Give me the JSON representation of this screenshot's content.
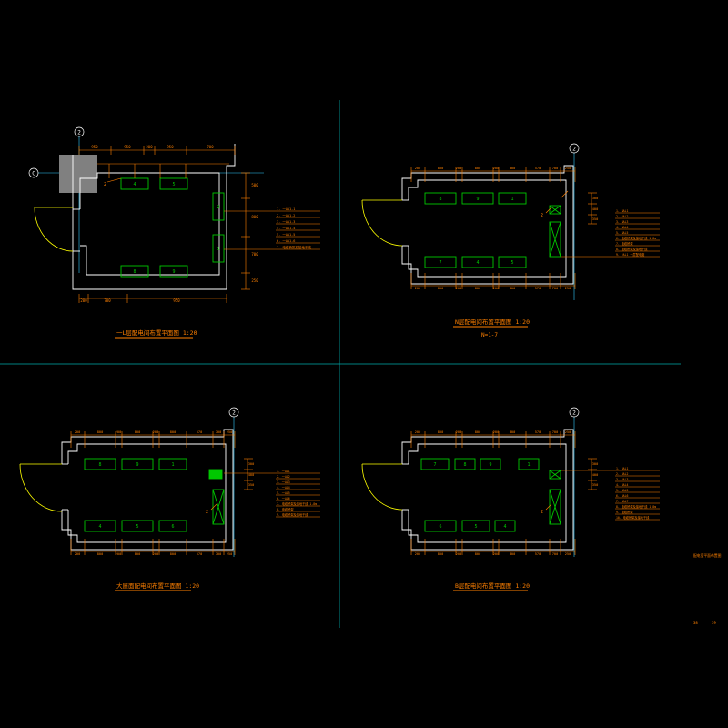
{
  "colors": {
    "background": "#000000",
    "wall": "#ffffff",
    "dimension": "#ff8000",
    "cabinet": "#00c800",
    "door_arc": "#ffff00",
    "axis_line": "#33ccff",
    "divider": "#00cccc",
    "title_text": "#ff8000",
    "column_fill": "#808080"
  },
  "axis_labels": {
    "column": "2",
    "row": "C"
  },
  "sheet_note": "配电室平面布置图",
  "page_numbers": [
    "38",
    "39"
  ],
  "plans": [
    {
      "id": "plan-1",
      "title": "一L层配电间布置平面图 1:20",
      "subtitle": "",
      "top_dims": [
        "950",
        "950",
        "200",
        "950",
        "700"
      ],
      "bottom_dims": [
        "200",
        "700",
        "950"
      ],
      "right_dims": [
        "500",
        "800",
        "700",
        "250"
      ],
      "cabinet_labels": [
        "4",
        "5",
        "8",
        "9",
        "2",
        "1"
      ],
      "pointer_label": "2",
      "legend": [
        "1. 一AA1-1",
        "2. 一AA1-2",
        "3. 一AA1-3",
        "4. 一AA1-4",
        "5. 一AA1-5",
        "6. 一AA1-6",
        "7. 电缆桥架及接地干线"
      ]
    },
    {
      "id": "plan-2",
      "title": "N层配电间布置平面图 1:20",
      "subtitle": "N=1-7",
      "top_dims": [
        "200",
        "800",
        "200",
        "800",
        "200",
        "800",
        "570",
        "700",
        "250"
      ],
      "bottom_dims": [
        "200",
        "800",
        "200",
        "800",
        "200",
        "800",
        "570",
        "700",
        "250"
      ],
      "right_dims": [
        "300",
        "400",
        "350"
      ],
      "cabinet_labels": [
        "8",
        "9",
        "1",
        "7",
        "4",
        "5"
      ],
      "pointer_label": "2",
      "legend": [
        "1. NAL1",
        "2. NAL2",
        "3. NAL3",
        "4. NAL4",
        "5. NAL5",
        "6. 电缆桥架及接地干线 1.8m",
        "7. 电缆桥架",
        "8. 电缆桥架及接地干线",
        "9. 2AL1 一层配电箱"
      ]
    },
    {
      "id": "plan-3",
      "title": "大屋面配电间布置平面图 1:20",
      "subtitle": "",
      "top_dims": [
        "200",
        "800",
        "200",
        "800",
        "200",
        "800",
        "570",
        "700",
        "250"
      ],
      "bottom_dims": [
        "200",
        "800",
        "200",
        "800",
        "200",
        "800",
        "570",
        "700",
        "250"
      ],
      "right_dims": [
        "300",
        "400",
        "350"
      ],
      "cabinet_labels": [
        "8",
        "9",
        "1",
        "4",
        "5",
        "6"
      ],
      "pointer_label": "2",
      "legend": [
        "1. 一AA1",
        "2. 一AA2",
        "3. 一AA3",
        "4. 一AA4",
        "5. 一AA5",
        "6. 一AA6",
        "7. 电缆桥架及接地干线 1.8m",
        "8. 电缆桥架",
        "9. 电缆桥架及接地干线"
      ]
    },
    {
      "id": "plan-4",
      "title": "B层配电间布置平面图 1:20",
      "subtitle": "",
      "top_dims": [
        "200",
        "800",
        "200",
        "800",
        "200",
        "800",
        "570",
        "700",
        "250"
      ],
      "bottom_dims": [
        "200",
        "800",
        "200",
        "800",
        "200",
        "800",
        "570",
        "700",
        "250"
      ],
      "right_dims": [
        "300",
        "400",
        "350"
      ],
      "cabinet_labels": [
        "7",
        "8",
        "9",
        "1",
        "6",
        "5",
        "4"
      ],
      "pointer_label": "2",
      "legend": [
        "1. BAL1",
        "2. BAL2",
        "3. BAL3",
        "4. BAL4",
        "5. BAL5",
        "6. BAL6",
        "7. BAL7",
        "8. 电缆桥架及接地干线 1.8m",
        "9. 电缆桥架",
        "10. 电缆桥架及接地干线"
      ]
    }
  ]
}
